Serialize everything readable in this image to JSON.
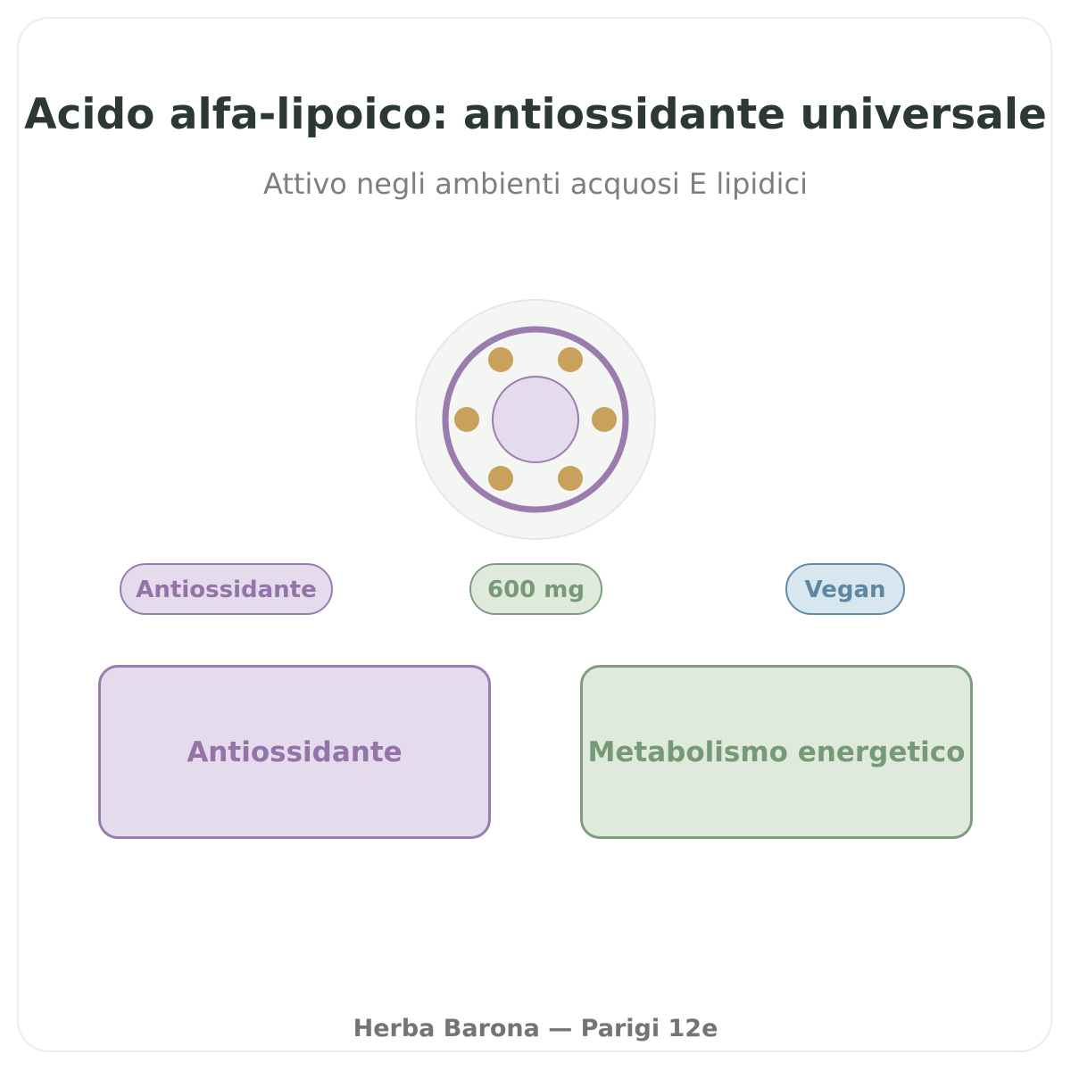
{
  "header": {
    "title": "Acido alfa-lipoico: antiossidante universale",
    "subtitle": "Attivo negli ambienti acquosi E lipidici"
  },
  "emblem": {
    "icon": "molecule-ring-icon",
    "colors": {
      "outer_fill": "#f4f6f4",
      "outer_stroke": "#e6e8e6",
      "ring": "#9b7cae",
      "dots": "#c9a05c",
      "core": "#e4dbec"
    }
  },
  "tags": [
    {
      "label": "Antiossidante",
      "color": "#9474a8"
    },
    {
      "label": "600 mg",
      "color": "#769a76"
    },
    {
      "label": "Vegan",
      "color": "#5f87a3"
    }
  ],
  "benefits": [
    {
      "label": "Antiossidante",
      "color": "#9474a8"
    },
    {
      "label": "Metabolismo energetico",
      "color": "#769a76"
    }
  ],
  "footer": {
    "text": "Herba Barona — Parigi 12e"
  }
}
